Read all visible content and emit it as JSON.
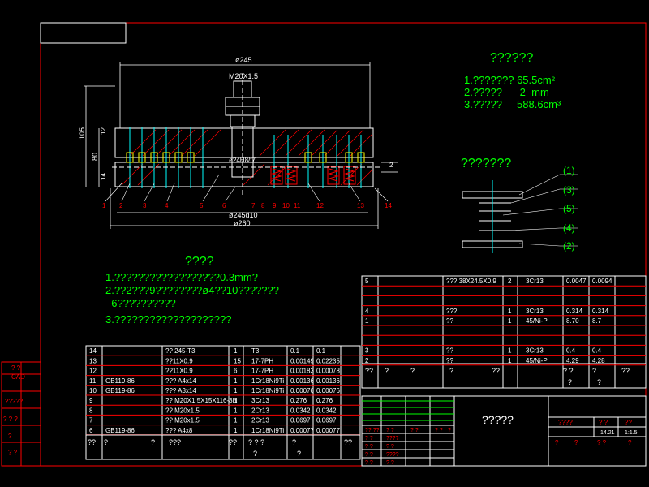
{
  "colors": {
    "background": "#000000",
    "frame": "#ff0000",
    "line": "#ffffff",
    "text_table": "#ffffff",
    "text_spec": "#00ff00",
    "cyan": "#00ffff",
    "yellow": "#ffff00",
    "dim": "#ffffff"
  },
  "drawing": {
    "dims": {
      "d245": "ø245",
      "m20": "M20X1.5",
      "h105": "105",
      "h80": "80",
      "h12": "12",
      "h14": "14",
      "fit": "ø24H8/f7",
      "d245d10": "ø245d10",
      "d260": "ø260",
      "two": "2"
    },
    "balloons": [
      "1",
      "2",
      "3",
      "4",
      "5",
      "6",
      "7",
      "8",
      "9",
      "10",
      "11",
      "12",
      "13",
      "14"
    ]
  },
  "spec": {
    "title": "??????",
    "lines": [
      "1.???????  65.5cm²",
      "2.?????      2  mm",
      "3.?????     588.6cm³"
    ]
  },
  "layer": {
    "title": "???????",
    "labels": [
      "(1)",
      "(3)",
      "(5)",
      "(4)",
      "(2)"
    ]
  },
  "tech": {
    "title": "????",
    "lines": [
      "1.??????????????????0.3mm?",
      "2.??2???9????????ø4??10???????",
      "  6??????????",
      "3.????????????????????"
    ]
  },
  "left_stamp": [
    "? ?",
    "CAD",
    "?????",
    "? ? ?",
    "?",
    "? ?"
  ],
  "bom_left": {
    "rows": [
      [
        "14",
        "",
        "?? 245-T3",
        "1",
        "T3",
        "0.1",
        "0.1"
      ],
      [
        "13",
        "",
        "??11X0.9",
        "15",
        "17-7PH",
        "0.00149",
        "0.02235"
      ],
      [
        "12",
        "",
        "??11X0.9",
        "6",
        "17-7PH",
        "0.00183",
        "0.00078"
      ],
      [
        "11",
        "GB119-86",
        "??? A4x14",
        "1",
        "1Cr18Ni9Ti",
        "0.00136",
        "0.00136"
      ],
      [
        "10",
        "GB119-86",
        "??? A3x14",
        "1",
        "1Cr18Ni9Ti",
        "0.00076",
        "0.00076"
      ],
      [
        "9",
        "",
        "?? M20X1.5X15X116-3H",
        "1",
        "3Cr13",
        "0.276",
        "0.276"
      ],
      [
        "8",
        "",
        "??  M20x1.5",
        "1",
        "2Cr13",
        "0.0342",
        "0.0342"
      ],
      [
        "7",
        "",
        "??  M20x1.5",
        "1",
        "2Cr13",
        "0.0697",
        "0.0697"
      ],
      [
        "6",
        "GB119-86",
        "??? A4x8",
        "1",
        "1Cr18Ni9Ti",
        "0.00077",
        "0.00077"
      ]
    ],
    "header": [
      "??",
      "?",
      "?",
      "???",
      "??",
      "? ? ?",
      "?",
      "??"
    ],
    "header2": [
      "?",
      "?"
    ]
  },
  "bom_right": {
    "rows": [
      [
        "5",
        "",
        "??? 38X24.5X0.9",
        "2",
        "3Cr13",
        "0.0047",
        "0.0094"
      ],
      [
        "",
        "",
        "",
        "",
        "",
        "",
        ""
      ],
      [
        "",
        "",
        "",
        "",
        "",
        "",
        ""
      ],
      [
        "4",
        "",
        "???",
        "1",
        "3Cr13",
        "0.314",
        "0.314"
      ],
      [
        "1",
        "",
        "??",
        "1",
        "45/Ni-P",
        "8.70",
        "8.7"
      ],
      [
        "",
        "",
        "",
        "",
        "",
        "",
        ""
      ],
      [
        "",
        "",
        "",
        "",
        "",
        "",
        ""
      ],
      [
        "3",
        "",
        "??",
        "1",
        "3Cr13",
        "0.4",
        "0.4"
      ],
      [
        "2",
        "",
        "??",
        "1",
        "45/Ni-P",
        "4.29",
        "4.28"
      ]
    ],
    "header": [
      "??",
      "?",
      "?",
      "?",
      "??",
      "? ?",
      "?",
      "??"
    ],
    "header2": [
      "?",
      "?"
    ]
  },
  "title_block": {
    "name": "?????",
    "sig_rows": [
      [
        "?? ??",
        "? ?",
        "? ?",
        "? ?",
        "?"
      ],
      [
        "? ?",
        "????",
        "",
        ""
      ],
      [
        "? ?",
        "? ?",
        "",
        ""
      ],
      [
        "? ?",
        "????",
        "",
        ""
      ],
      [
        "? ?",
        "? ?",
        "",
        ""
      ]
    ],
    "info_head": [
      "????",
      "? ?",
      "??"
    ],
    "info_vals": [
      "14.21",
      "1:1.5"
    ],
    "info_bottom": [
      "?",
      "?",
      "? ?",
      "?"
    ]
  }
}
